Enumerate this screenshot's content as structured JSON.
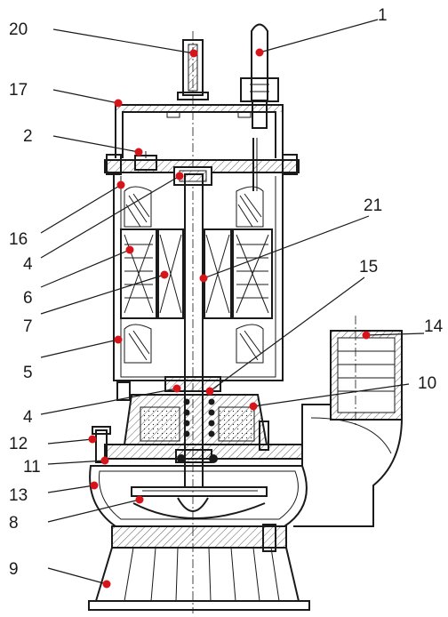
{
  "labels": [
    {
      "id": "cable-entry",
      "text": "1"
    },
    {
      "id": "cable-gland",
      "text": "2"
    },
    {
      "id": "bearing-top",
      "text": "4"
    },
    {
      "id": "motor-housing",
      "text": "5"
    },
    {
      "id": "stator",
      "text": "6"
    },
    {
      "id": "rotor",
      "text": "7"
    },
    {
      "id": "bearing-bottom",
      "text": "4"
    },
    {
      "id": "oil-chamber",
      "text": "8"
    },
    {
      "id": "mechanical-seal",
      "text": "9"
    },
    {
      "id": "seal-bolt",
      "text": "10"
    },
    {
      "id": "pump-casing",
      "text": "11"
    },
    {
      "id": "impeller",
      "text": "12"
    },
    {
      "id": "base-stand",
      "text": "13"
    },
    {
      "id": "discharge-outlet",
      "text": "14"
    },
    {
      "id": "seal-housing",
      "text": "15"
    },
    {
      "id": "end-cover",
      "text": "16"
    },
    {
      "id": "top-cover",
      "text": "17"
    },
    {
      "id": "handle",
      "text": "20"
    },
    {
      "id": "shaft",
      "text": "21"
    }
  ],
  "colors": {
    "marker": "#d7141a",
    "line": "#1a1a1a",
    "background": "#ffffff"
  }
}
